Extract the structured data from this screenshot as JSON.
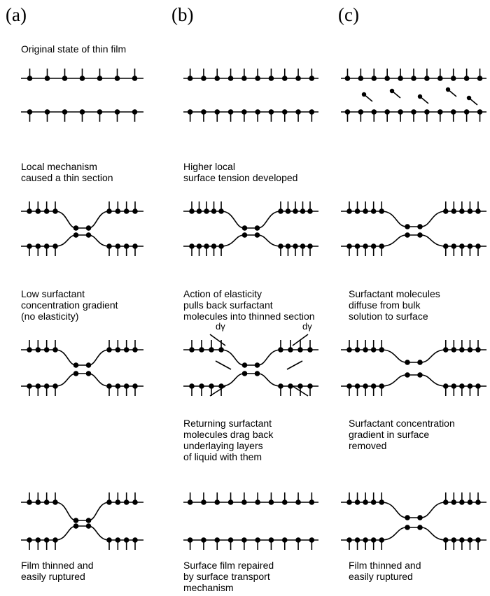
{
  "figure": {
    "columns": [
      {
        "label": "(a)"
      },
      {
        "label": "(b)"
      },
      {
        "label": "(c)"
      }
    ],
    "captions": {
      "a0": "Original state of thin film",
      "a1": "Local mechanism\ncaused a thin section",
      "a2": "Low surfactant\nconcentration gradient\n(no elasticity)",
      "a3": "Film thinned and\neasily ruptured",
      "b1": "Higher local\nsurface tension developed",
      "b2": "Action of elasticity\npulls back surfactant\nmolecules into thinned section",
      "b3": "Returning surfactant\nmolecules drag back\nunderlaying layers\nof liquid with them",
      "b4": "Surface film repaired\nby surface transport\nmechanism",
      "c2": "Surfactant molecules\ndiffuse from bulk\nsolution to surface",
      "c3": "Surfactant concentration\ngradient in surface\nremoved",
      "c4": "Film thinned and\neasily ruptured"
    },
    "symbols": {
      "surface_tension_gradient": "dγ"
    }
  }
}
